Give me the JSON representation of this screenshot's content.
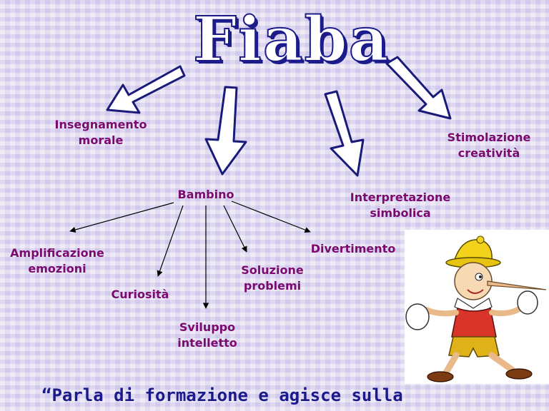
{
  "title": "Fiaba",
  "branches": {
    "moral": "Insegnamento\nmorale",
    "child": "Bambino",
    "symbolic": "Interpretazione\nsimbolica",
    "creativity": "Stimolazione\ncreatività"
  },
  "child_effects": {
    "emotions": "Amplificazione\nemozioni",
    "curiosity": "Curiosità",
    "intellect": "Sviluppo\nintelletto",
    "problems": "Soluzione\nproblemi",
    "fun": "Divertimento"
  },
  "quote": "“Parla di formazione e agisce sulla",
  "colors": {
    "label": "#7a0a6e",
    "title_outline": "#1b1b8a",
    "quote": "#1a1a8a",
    "arrow_outline": "#1a1a7a"
  },
  "image": {
    "subject": "pinocchio-illustration"
  }
}
